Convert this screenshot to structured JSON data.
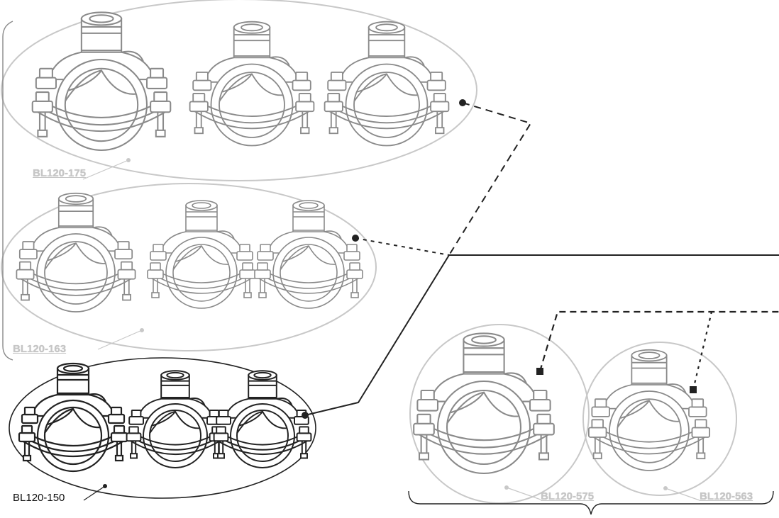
{
  "groups": [
    {
      "label": "BL120-175",
      "style": "ghost"
    },
    {
      "label": "BL120-163",
      "style": "ghost"
    },
    {
      "label": "BL120-150",
      "style": "solid"
    },
    {
      "label": "BL120-575",
      "style": "ghost"
    },
    {
      "label": "BL120-563",
      "style": "ghost"
    }
  ],
  "colors": {
    "ghost_outline": "#c8c8c8",
    "ghost_part": "#8a8a8a",
    "solid_part": "#222222",
    "leader_line": "#222222"
  }
}
